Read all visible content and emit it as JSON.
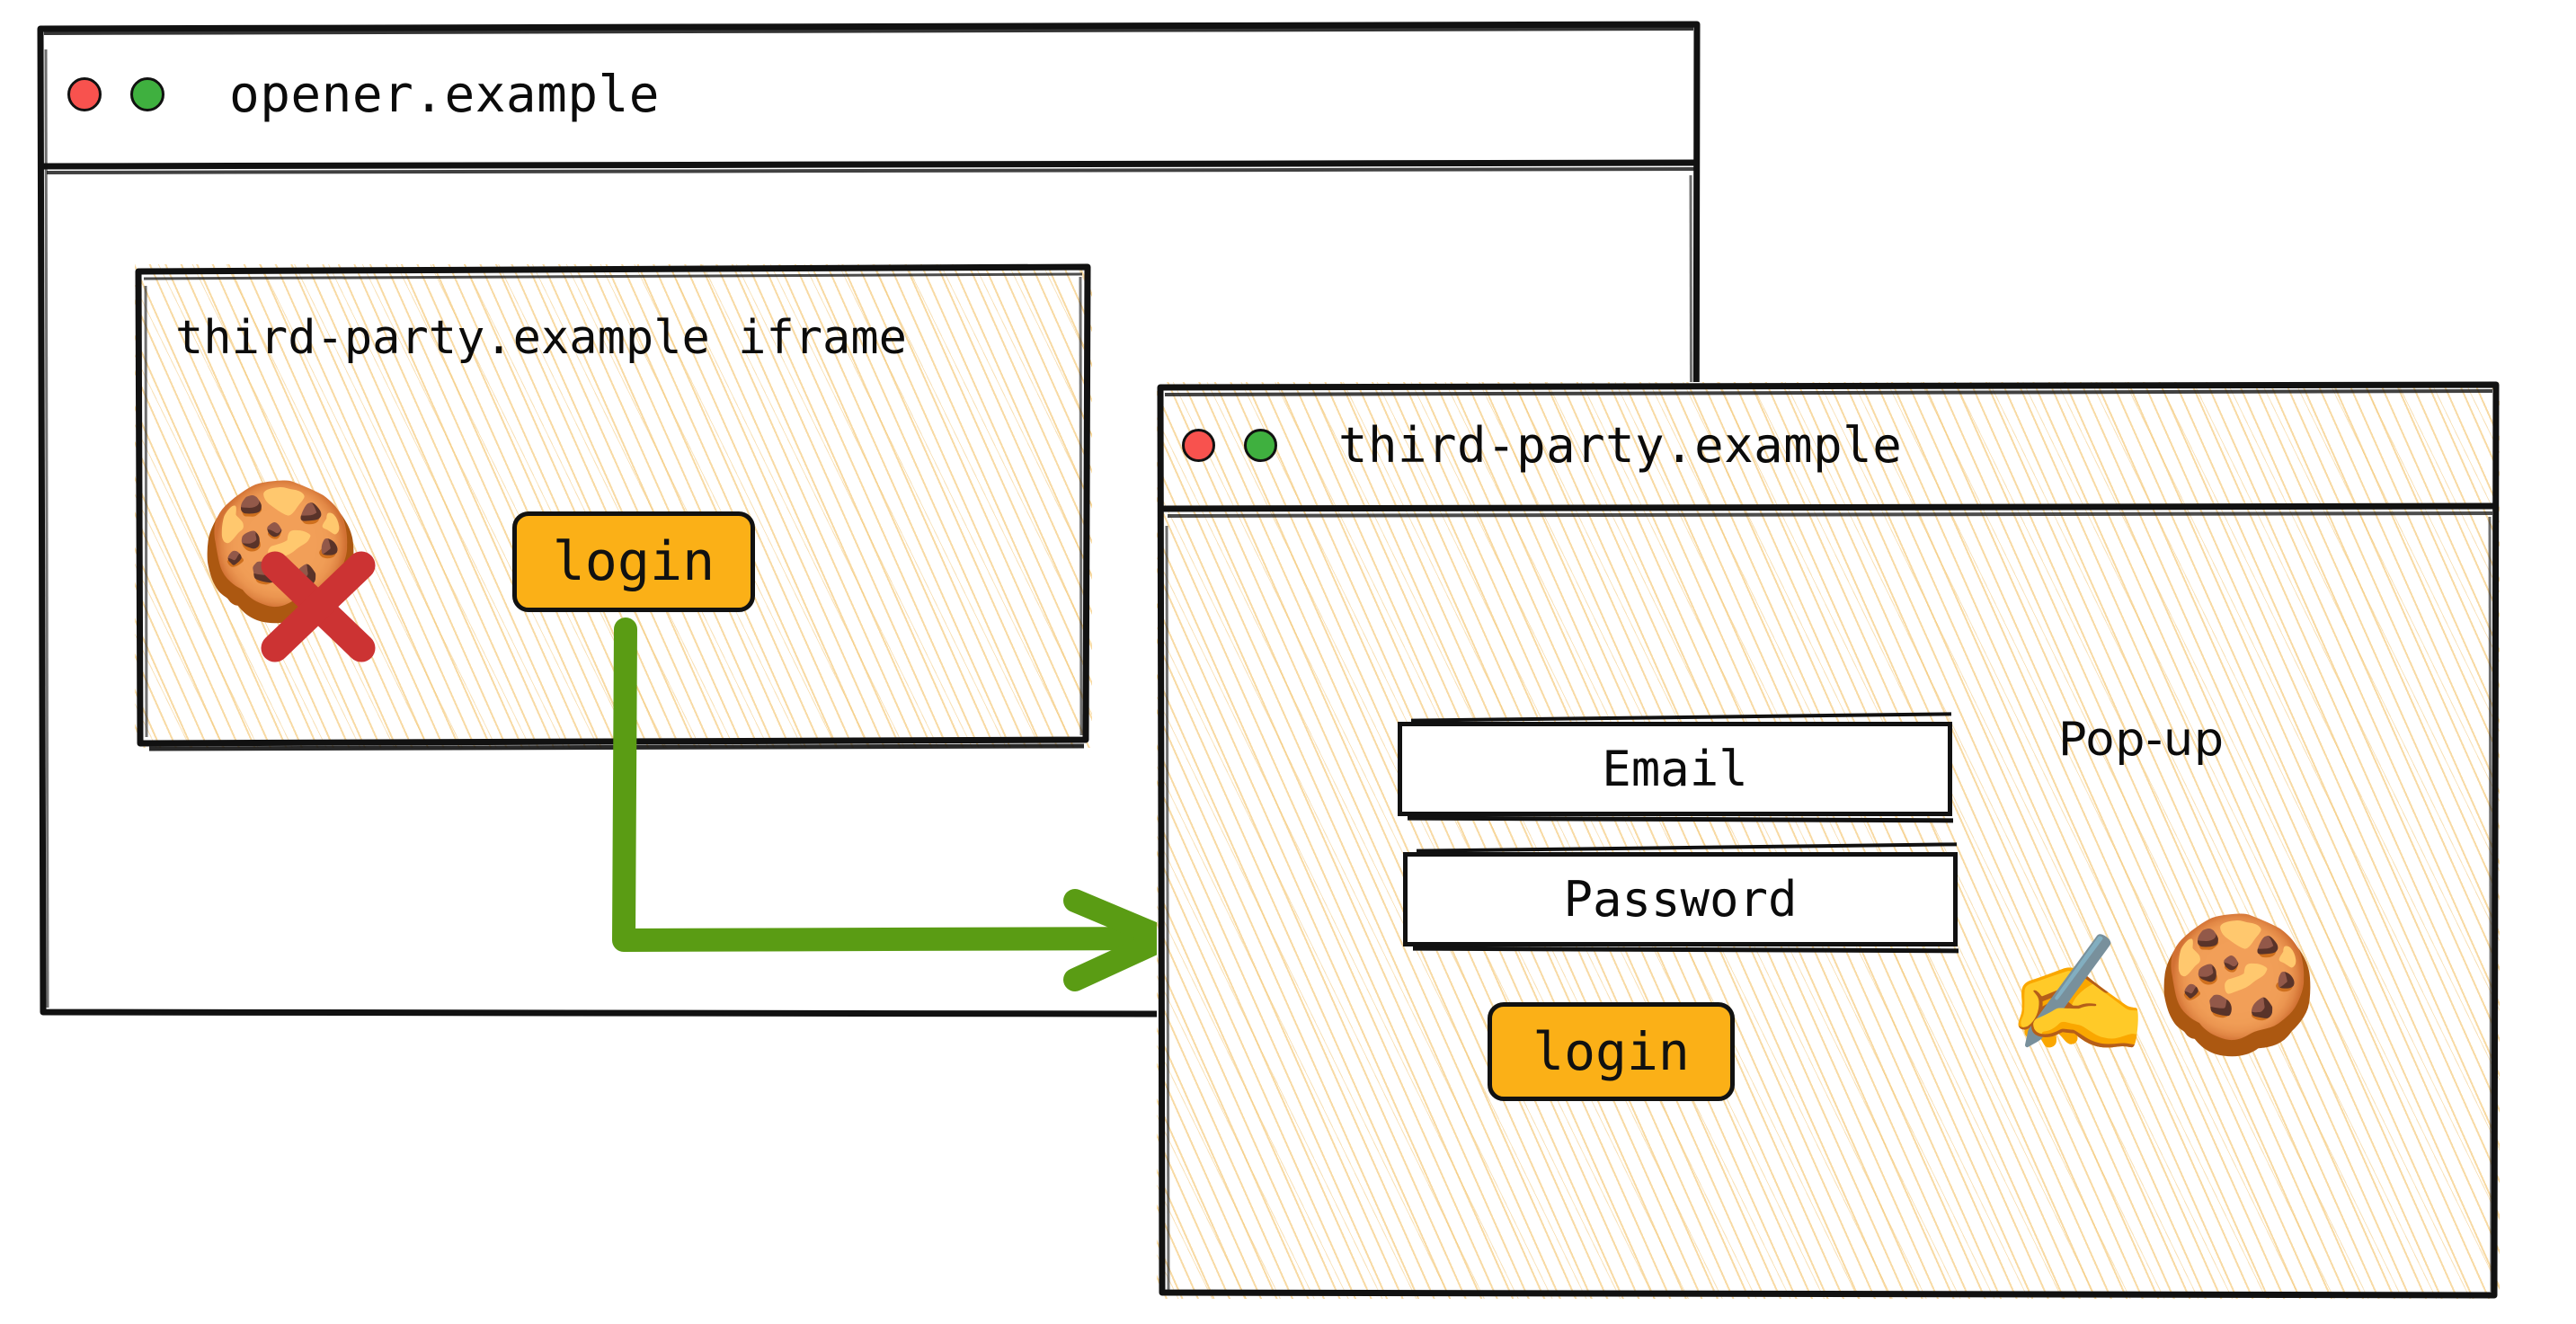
{
  "diagram": {
    "title": "Third-party cookie pop-up login flow",
    "colors": {
      "accent_orange": "#fbb017",
      "arrow_green": "#5a9c14",
      "hatch_tan": "#f3c46d",
      "dot_red": "#f8524e",
      "dot_green": "#3fb03f",
      "stroke_black": "#111111",
      "cross_red": "#cc3333"
    }
  },
  "opener_window": {
    "name": "opener-window",
    "title": "opener.example",
    "traffic_lights": [
      {
        "name": "close-dot",
        "color_key": "dot_red"
      },
      {
        "name": "minimize-dot",
        "color_key": "dot_green"
      }
    ],
    "iframe": {
      "name": "third-party-iframe",
      "title": "third-party.example iframe",
      "blocked_cookie": {
        "icon": "cookie-icon",
        "glyph": "🍪",
        "blocked_marker_icon": "red-cross-icon",
        "state": "blocked"
      },
      "login_button": {
        "name": "iframe-login-button",
        "label": "login"
      }
    }
  },
  "arrow": {
    "name": "flow-arrow",
    "label": "",
    "direction": "down-then-right",
    "from": "iframe-login-button",
    "to": "popup-window"
  },
  "popup_window": {
    "name": "popup-window",
    "title": "third-party.example",
    "annotation": "Pop-up",
    "traffic_lights": [
      {
        "name": "close-dot",
        "color_key": "dot_red"
      },
      {
        "name": "minimize-dot",
        "color_key": "dot_green"
      }
    ],
    "form": {
      "fields": [
        {
          "name": "email-field",
          "value": "Email"
        },
        {
          "name": "password-field",
          "value": "Password"
        }
      ],
      "submit_button": {
        "name": "popup-login-button",
        "label": "login"
      }
    },
    "cookie_written": {
      "writing_hand_icon": "writing-hand-icon",
      "writing_hand_glyph": "✍️",
      "cookie_icon": "cookie-icon",
      "cookie_glyph": "🍪",
      "state": "allowed"
    }
  }
}
